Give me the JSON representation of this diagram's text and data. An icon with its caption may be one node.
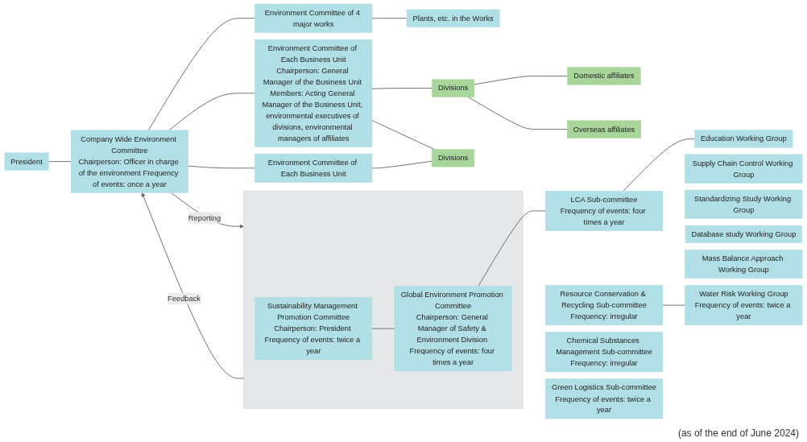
{
  "diagram": {
    "caption": "(as of the end of June 2024)",
    "nodes": [
      {
        "text": [
          "President"
        ]
      },
      {
        "text": [
          "Company Wide Environment Committee",
          "Chairperson: Officer in charge of the environment Frequency of events: once a year"
        ]
      },
      {
        "text": [],
        "shape": "box"
      },
      {
        "text": [
          "Sustainability Management Promotion Committee",
          "Chairperson: President Frequency of events: twice a year"
        ],
        "in": 2
      },
      {
        "text": [
          "Global Environment Promotion Committee",
          "Chairperson: General Manager of Safety & Environment Division Frequency of events: four times a year"
        ],
        "in": 2
      },
      {
        "text": [
          "Resource Conservation & Recycling Sub-committee",
          "Frequency: irregular"
        ]
      },
      {
        "text": [
          "Chemical Substances Management Sub-committee",
          "Frequency: irregular"
        ]
      },
      {
        "text": [
          "LCA Sub-committee",
          "Frequency of events: four times a year"
        ]
      },
      {
        "text": [
          "Green Logistics Sub-committee",
          "Frequency of events: twice a year"
        ]
      },
      {
        "text": [
          "Water Risk Working Group",
          "Frequency of events: twice a year"
        ]
      },
      {
        "text": [
          "Education Working Group"
        ]
      },
      {
        "text": [
          "Supply Chain Control Working Group"
        ]
      },
      {
        "text": [
          "Standardizing Study Working Group"
        ]
      },
      {
        "text": [
          "Database study Working Group"
        ]
      },
      {
        "text": [
          "Mass Balance Approach Working Group"
        ]
      },
      {
        "text": [
          "Environment Committee of Each Business Unit",
          "Chairperson: General Manager of the Business Unit Members: Acting General Manager of the Business Unit, environmental executives of divisions, environmental managers of affiliates"
        ]
      },
      {
        "text": [
          "Environment Committee of Each Business Unit"
        ]
      },
      {
        "text": [
          "Environment Committee of 4 major works"
        ]
      },
      {
        "text": [
          "Plants, etc. in the Works"
        ]
      },
      {
        "text": [
          "Divisions"
        ]
      },
      {
        "text": [
          "Divisions"
        ]
      },
      {
        "text": [
          "Domestic affiliates"
        ]
      },
      {
        "text": [
          "Overseas affiliates"
        ]
      }
    ],
    "edges": [
      {
        "from": 0,
        "to": 1,
        "arrow": "none"
      },
      {
        "from": 2,
        "to": 1,
        "arrow": "to",
        "label": "Feedback"
      },
      {
        "from": 1,
        "to": 2,
        "arrow": "to",
        "label": "Reporting"
      },
      {
        "from": 3,
        "to": 4,
        "arrow": "none"
      },
      {
        "from": 4,
        "to": 7,
        "arrow": "none"
      },
      {
        "from": 5,
        "to": 9,
        "arrow": "none"
      },
      {
        "from": 7,
        "to": 10,
        "arrow": "none"
      },
      {
        "from": 1,
        "to": 17,
        "arrow": "none"
      },
      {
        "from": 1,
        "to": 15,
        "arrow": "none"
      },
      {
        "from": 1,
        "to": 16,
        "arrow": "none"
      },
      {
        "from": 17,
        "to": 18,
        "arrow": "none"
      },
      {
        "from": 15,
        "to": 19,
        "arrow": "none"
      },
      {
        "from": 15,
        "to": 20,
        "arrow": "none"
      },
      {
        "from": 16,
        "to": 20,
        "arrow": "none"
      },
      {
        "from": 19,
        "to": 21,
        "arrow": "none"
      },
      {
        "from": 19,
        "to": 22,
        "arrow": "none"
      }
    ]
  }
}
